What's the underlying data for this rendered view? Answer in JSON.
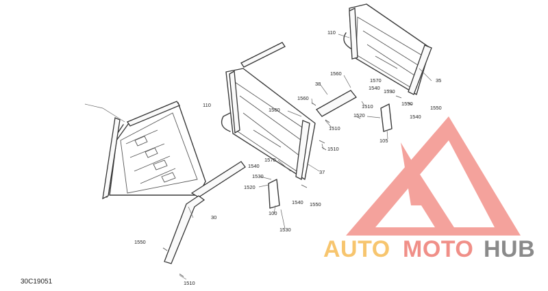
{
  "diagram": {
    "code": "30C19051",
    "labels": {
      "p30": "30",
      "p35": "35",
      "p37": "37",
      "p38": "38",
      "p100": "100",
      "p105": "105",
      "p110a": "110",
      "p110b": "110",
      "p1510a": "1510",
      "p1510b": "1510",
      "p1510c": "1510",
      "p1510d": "1510",
      "p1520a": "1520",
      "p1520b": "1520",
      "p1530a": "1530",
      "p1530b": "1530",
      "p1530c": "1530",
      "p1530d": "1530",
      "p1540a": "1540",
      "p1540b": "1540",
      "p1540c": "1540",
      "p1550a": "1550",
      "p1550b": "1550",
      "p1550c": "1550",
      "p1560a": "1560",
      "p1560b": "1560",
      "p1560c": "1560",
      "p1570a": "1570",
      "p1570b": "1570",
      "p1540d": "1540"
    }
  },
  "watermark": {
    "word_auto": "AUTO",
    "word_moto": "MOTO",
    "word_hub": "HUB",
    "colors": {
      "logo": "#f4a29c",
      "auto": "#f7c56e",
      "moto": "#f08f88",
      "hub": "#8a8a8a"
    },
    "icon": "triangle-logo-icon"
  }
}
